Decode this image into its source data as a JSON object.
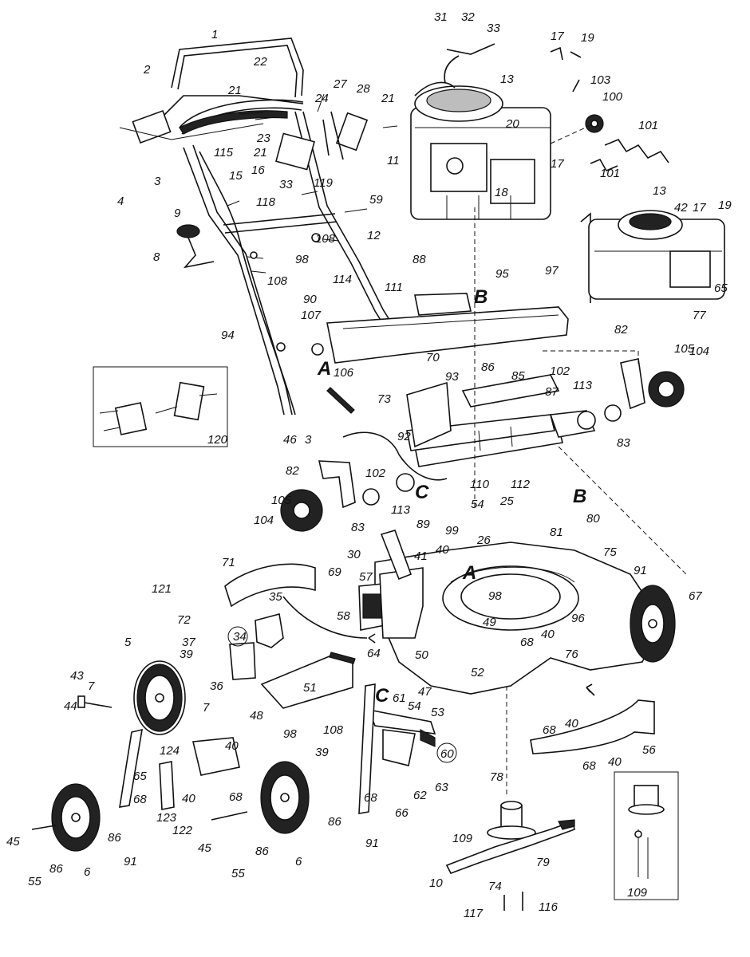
{
  "callouts": {
    "assembly_letters": [
      "A",
      "B",
      "C"
    ],
    "part_numbers": [
      "1",
      "2",
      "3",
      "4",
      "5",
      "6",
      "7",
      "8",
      "9",
      "10",
      "11",
      "12",
      "13",
      "15",
      "16",
      "17",
      "18",
      "19",
      "20",
      "21",
      "22",
      "23",
      "24",
      "25",
      "26",
      "27",
      "28",
      "30",
      "31",
      "32",
      "33",
      "34",
      "35",
      "36",
      "37",
      "39",
      "40",
      "41",
      "42",
      "43",
      "44",
      "45",
      "46",
      "47",
      "48",
      "49",
      "50",
      "51",
      "52",
      "53",
      "54",
      "55",
      "56",
      "57",
      "58",
      "59",
      "60",
      "61",
      "62",
      "63",
      "64",
      "65",
      "66",
      "67",
      "68",
      "69",
      "70",
      "71",
      "72",
      "73",
      "74",
      "75",
      "76",
      "77",
      "78",
      "79",
      "80",
      "81",
      "82",
      "83",
      "85",
      "86",
      "87",
      "88",
      "89",
      "90",
      "91",
      "92",
      "93",
      "94",
      "95",
      "96",
      "97",
      "98",
      "99",
      "100",
      "101",
      "102",
      "103",
      "104",
      "105",
      "106",
      "107",
      "108",
      "109",
      "110",
      "111",
      "112",
      "113",
      "114",
      "115",
      "116",
      "117",
      "118",
      "119",
      "120",
      "121",
      "122",
      "123",
      "124"
    ]
  },
  "inset_labels": {
    "handle_bracket_kit": "120",
    "blade_adapter_kit": "109"
  }
}
